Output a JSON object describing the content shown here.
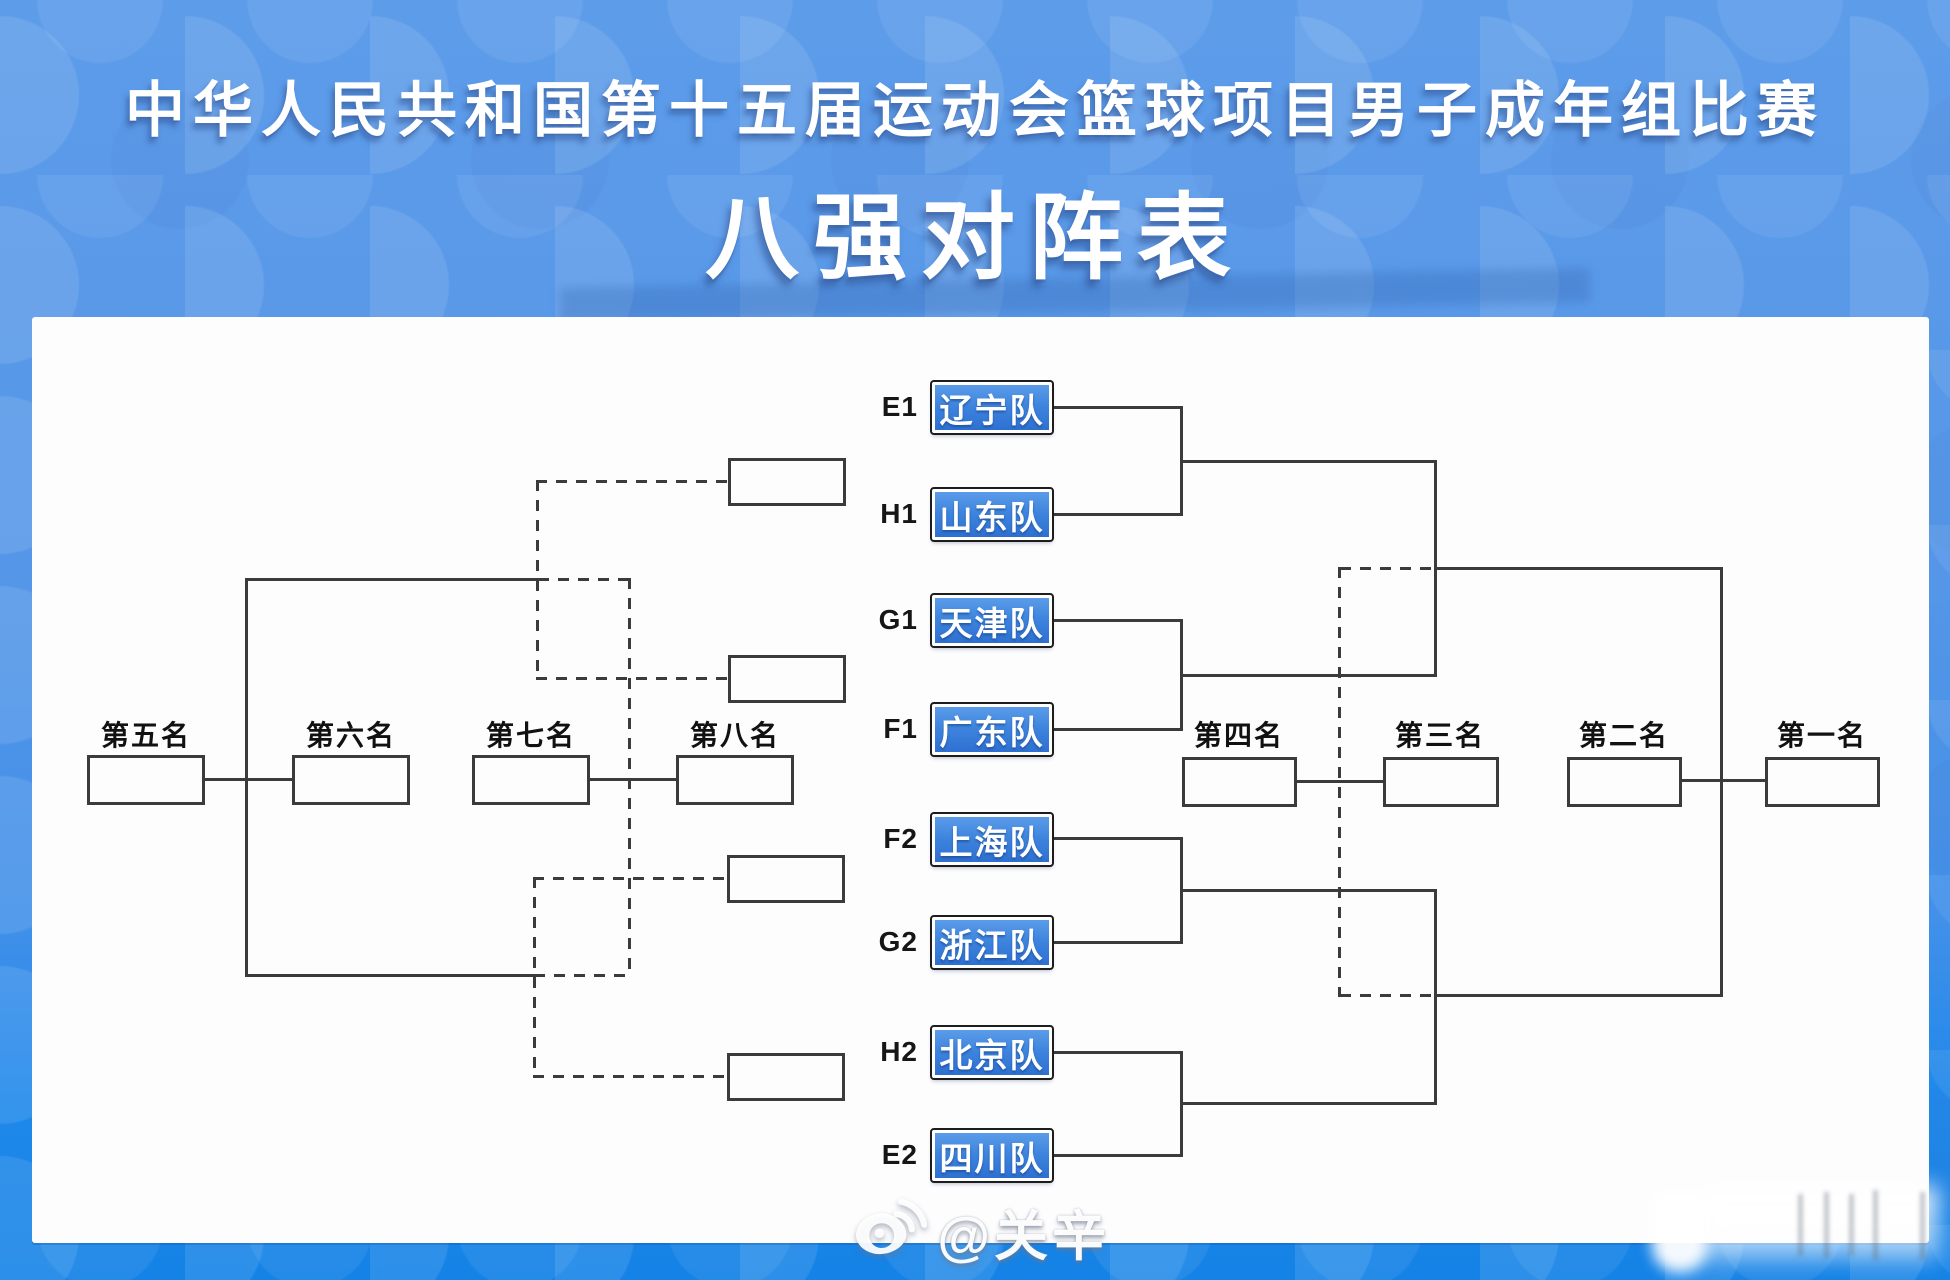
{
  "title": {
    "line1": "中华人民共和国第十五届运动会篮球项目男子成年组比赛",
    "line2": "八强对阵表"
  },
  "bracket": {
    "teams": [
      {
        "code": "E1",
        "name": "辽宁队"
      },
      {
        "code": "H1",
        "name": "山东队"
      },
      {
        "code": "G1",
        "name": "天津队"
      },
      {
        "code": "F1",
        "name": "广东队"
      },
      {
        "code": "F2",
        "name": "上海队"
      },
      {
        "code": "G2",
        "name": "浙江队"
      },
      {
        "code": "H2",
        "name": "北京队"
      },
      {
        "code": "E2",
        "name": "四川队"
      }
    ],
    "left_placements": [
      "第五名",
      "第六名",
      "第七名",
      "第八名"
    ],
    "right_placements": [
      "第四名",
      "第三名",
      "第二名",
      "第一名"
    ]
  },
  "watermark": {
    "handle": "@关辛",
    "logo": "weibo-icon"
  },
  "colors": {
    "background_blue": "#5596E8",
    "footer_blue": "#1482E6",
    "panel_white": "#FDFDFE",
    "line_dark": "#3B3B3B",
    "team_box_blue": "#3D84DE",
    "title_white": "#FFFFFF"
  }
}
